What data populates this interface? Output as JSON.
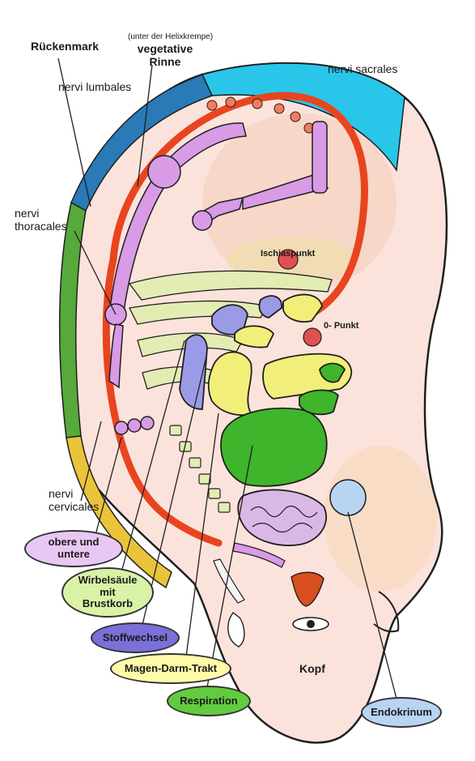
{
  "labels": {
    "rueckenmark": "Rückenmark",
    "helix_note": "(unter der Helixkrempe)",
    "vegetative_rinne_line1": "vegetative",
    "vegetative_rinne_line2": "Rinne",
    "nervi_sacrales": "nervi sacrales",
    "nervi_lumbales": "nervi lumbales",
    "nervi_thoracales_line1": "nervi",
    "nervi_thoracales_line2": "thoracales",
    "ischiaspunkt": "Ischiaspunkt",
    "null_punkt": "0- Punkt",
    "nervi_cervicales_line1": "nervi",
    "nervi_cervicales_line2": "cervicales",
    "kopf": "Kopf"
  },
  "pills": {
    "obere_untere_line1": "obere und",
    "obere_untere_line2": "untere",
    "wirbelsaeule_line1": "Wirbelsäule",
    "wirbelsaeule_line2": "mit",
    "wirbelsaeule_line3": "Brustkorb",
    "stoffwechsel": "Stoffwechsel",
    "magen_darm": "Magen-Darm-Trakt",
    "respiration": "Respiration",
    "endokrinum": "Endokrinum"
  },
  "colors": {
    "skin": "#fbe3dc",
    "skin_shadow": "#f3cdb8",
    "spinal_blue": "#2a7ab8",
    "sacral_cyan": "#29c6ea",
    "thoracic_green": "#56a93a",
    "cervical_yellow": "#e9c43a",
    "helix_red": "#e8451f",
    "limb_violet": "#d99ae6",
    "organ_green": "#3fb52b",
    "organ_yellow": "#f2ee7a",
    "organ_lavender": "#9a9ae6",
    "pill_lavender": "#e8c8f2",
    "pill_green": "#d8f3a6",
    "pill_purple": "#7b70d8",
    "pill_yellow": "#fffaa8",
    "pill_green_dark": "#62cc3f",
    "pill_blue": "#b8d4f2"
  }
}
